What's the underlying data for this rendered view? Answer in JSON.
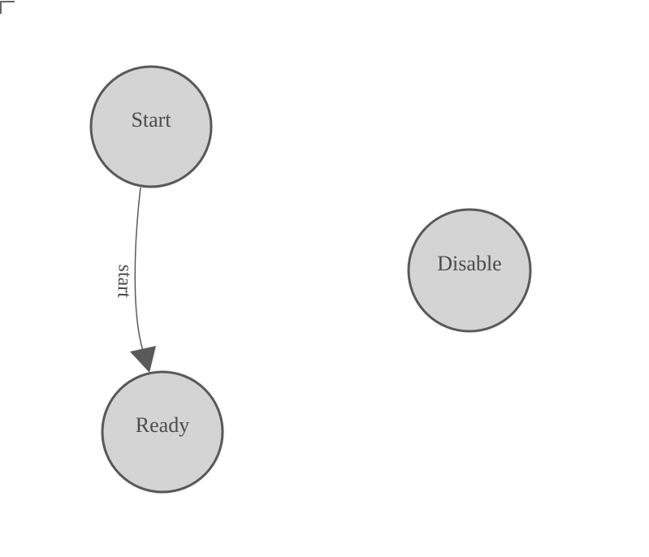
{
  "styles": {
    "canvas_bg": "#ffffff",
    "node_fill": "#d4d4d4",
    "node_stroke": "#595959",
    "node_text": "#4c4c4c",
    "edge_stroke": "#5a5a5a",
    "edge_label_text": "#474747",
    "corner_bracket": "#666666"
  },
  "diagram": {
    "nodes": [
      {
        "id": "start",
        "label": "Start"
      },
      {
        "id": "ready",
        "label": "Ready"
      },
      {
        "id": "disable",
        "label": "Disable"
      }
    ],
    "edges": [
      {
        "from": "start",
        "to": "ready",
        "label": "start"
      }
    ]
  }
}
